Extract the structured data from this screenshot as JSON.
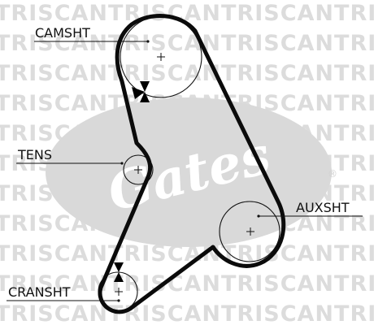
{
  "watermark": {
    "repeat_text": "TRISCANTRISCANTRISCANTRISCANTRISCAN",
    "brand": "Gates",
    "trademark": "®",
    "oval_color": "#d9d9d9",
    "text_color": "#dcdcdc"
  },
  "diagram": {
    "belt_color": "#0b0b0b",
    "line_color": "#111111",
    "labels": {
      "camsht": "CAMSHT",
      "tens": "TENS",
      "auxsht": "AUXSHT",
      "cransht": "CRANSHT"
    }
  }
}
